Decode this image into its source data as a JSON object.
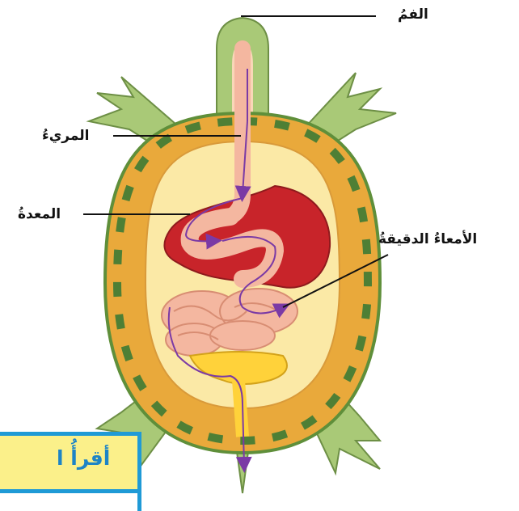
{
  "labels": {
    "mouth": "الفمُ",
    "esophagus": "المريءُ",
    "stomach": "المعدةُ",
    "small_intestine": "الأمعاءُ الدقيقةُ"
  },
  "callout": {
    "text": "أقرأُ ا"
  },
  "colors": {
    "shell_outer": "#e9a93b",
    "shell_inner": "#fbe9a6",
    "skin": "#a9c977",
    "organ_red": "#c8242a",
    "intestine": "#f4b7a0",
    "arrow": "#7b3aa5",
    "callout_fill": "#fbf08a",
    "callout_border": "#1f9ad6",
    "callout_text": "#1d84c6"
  }
}
